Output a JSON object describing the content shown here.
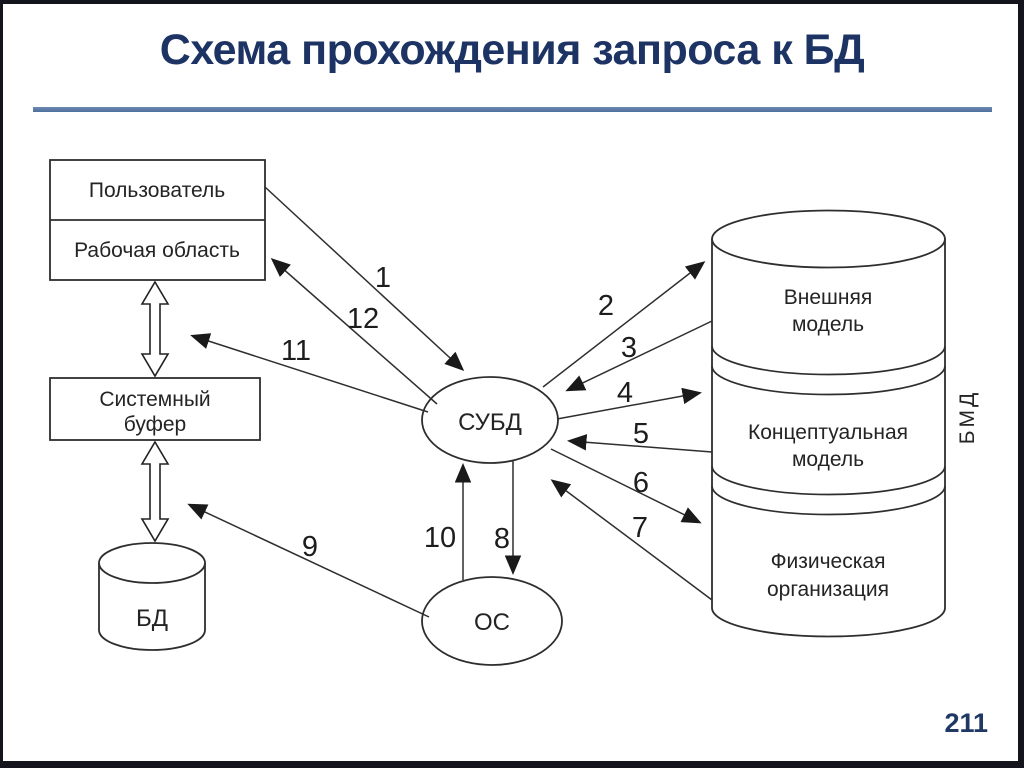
{
  "slide": {
    "title": "Схема прохождения запроса к БД",
    "page_number": "211"
  },
  "colors": {
    "title_text": "#1c3364",
    "rule": "#5b7ca8",
    "diagram_ink": "#2e2e2e"
  },
  "nodes": {
    "user": {
      "row1": "Пользователь",
      "row2": "Рабочая область"
    },
    "buffer": {
      "line1": "Системный",
      "line2": "буфер"
    },
    "db": {
      "label": "БД"
    },
    "dbms": {
      "label": "СУБД"
    },
    "os": {
      "label": "ОС"
    },
    "external": {
      "line1": "Внешняя",
      "line2": "модель"
    },
    "conceptual": {
      "line1": "Концептуальная",
      "line2": "модель"
    },
    "physical": {
      "line1": "Физическая",
      "line2": "организация"
    },
    "bmd": {
      "label": "БМД"
    }
  },
  "arrows": {
    "n1": "1",
    "n2": "2",
    "n3": "3",
    "n4": "4",
    "n5": "5",
    "n6": "6",
    "n7": "7",
    "n8": "8",
    "n9": "9",
    "n10": "10",
    "n11": "11",
    "n12": "12"
  }
}
